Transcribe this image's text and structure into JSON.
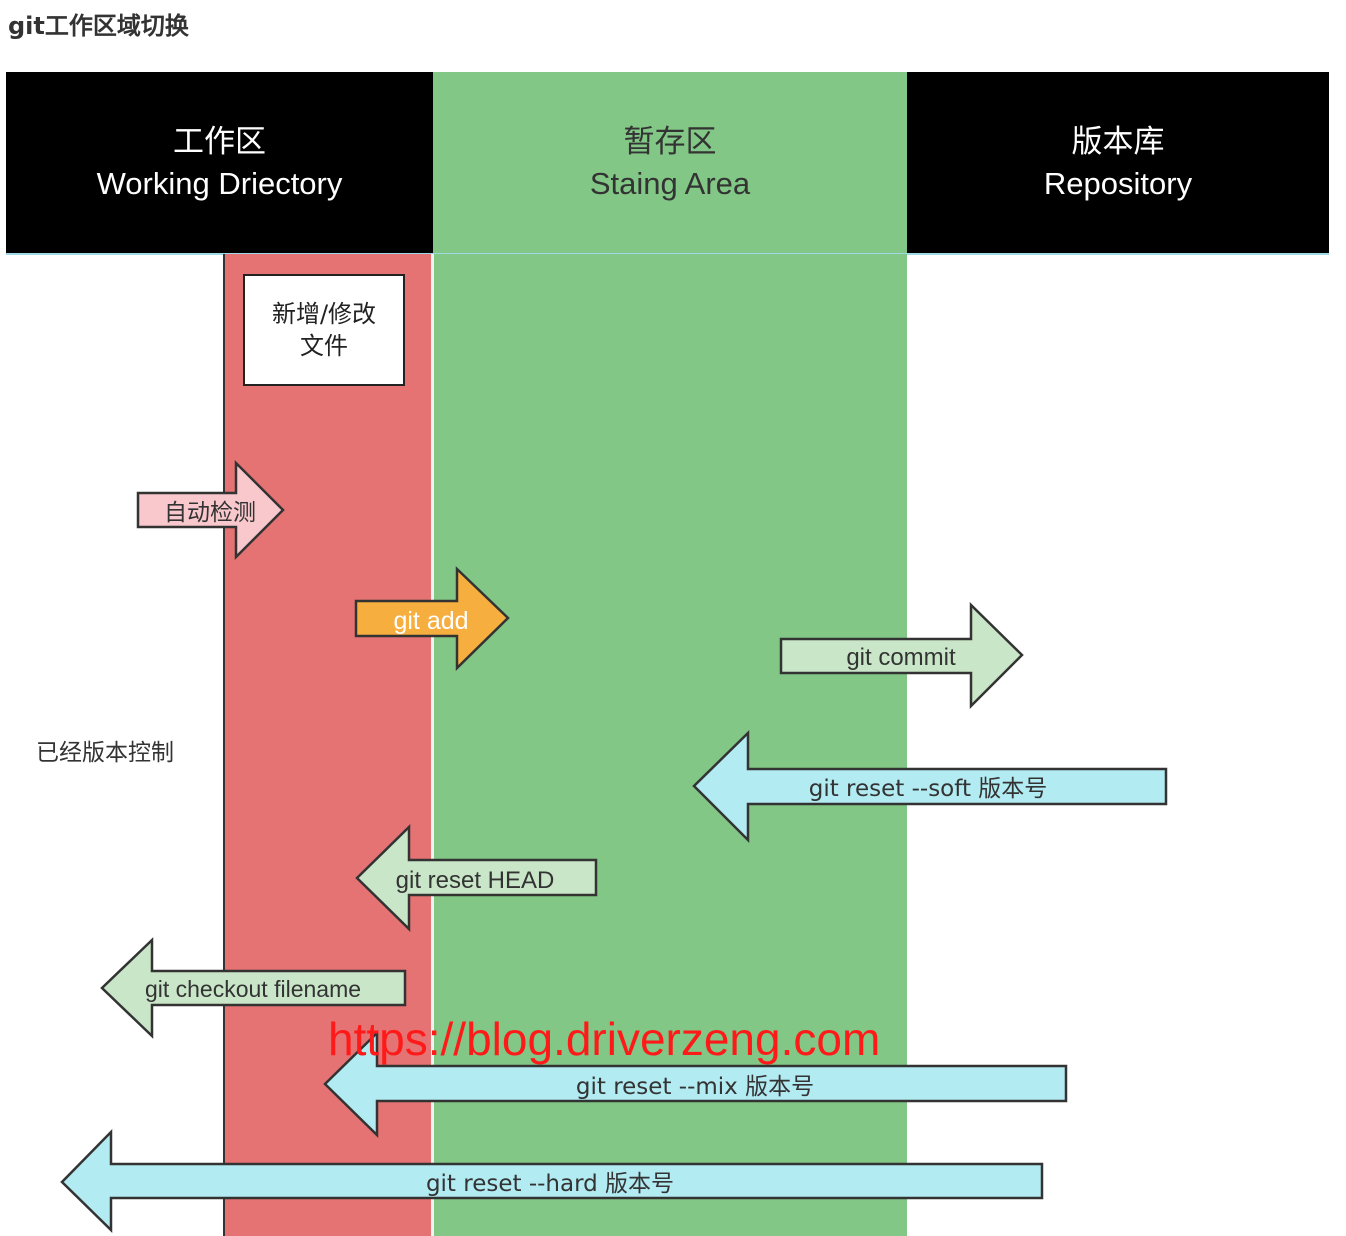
{
  "title": "git工作区域切换",
  "columns": {
    "working": {
      "zh": "工作区",
      "en": "Working Driectory"
    },
    "staging": {
      "zh": "暂存区",
      "en": "Staing Area"
    },
    "repository": {
      "zh": "版本库",
      "en": "Repository"
    }
  },
  "file_box": {
    "line1": "新增/修改",
    "line2": "文件"
  },
  "side_label": "已经版本控制",
  "arrows": {
    "auto_detect": "自动检测",
    "git_add": "git add",
    "git_commit": "git commit",
    "reset_soft": "git reset --soft  版本号",
    "reset_head": "git reset HEAD",
    "checkout": "git checkout filename",
    "reset_mix": "git reset --mix  版本号",
    "reset_hard": "git reset --hard  版本号"
  },
  "watermark": "https://blog.driverzeng.com",
  "colors": {
    "working_area": "#e57373",
    "staging_area": "#82c786",
    "header_dark": "#000000",
    "arrow_pink": "#f8c8cc",
    "arrow_orange": "#f6ae3f",
    "arrow_light_green": "#c9e6c8",
    "arrow_cyan": "#b2ebf2",
    "watermark": "#ff1a1a"
  }
}
